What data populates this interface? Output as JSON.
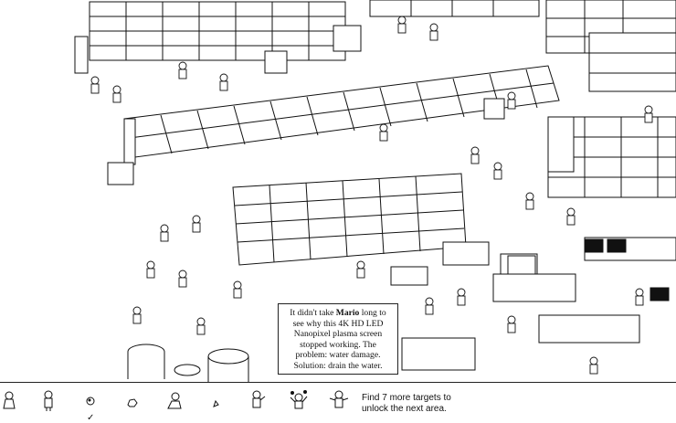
{
  "hint": {
    "pre": "It didn't take ",
    "name": "Mario",
    "post": " long to see why this 4K HD LED Nanopixel plasma screen stopped working. The problem: water damage. Solution: drain the water."
  },
  "targets": [
    {
      "icon": "hooded-figure-icon",
      "found": false
    },
    {
      "icon": "standing-person-icon",
      "found": false
    },
    {
      "icon": "small-creature-icon",
      "found": true
    },
    {
      "icon": "rock-icon",
      "found": false
    },
    {
      "icon": "crouching-person-icon",
      "found": false
    },
    {
      "icon": "small-object-icon",
      "found": false
    },
    {
      "icon": "person-with-tool-icon",
      "found": false
    },
    {
      "icon": "juggler-icon",
      "found": false
    },
    {
      "icon": "person-arms-out-icon",
      "found": false
    }
  ],
  "status": {
    "line1": "Find 7 more targets to",
    "line2": "unlock the next area."
  },
  "colors": {
    "ink": "#111111",
    "paper": "#ffffff"
  }
}
